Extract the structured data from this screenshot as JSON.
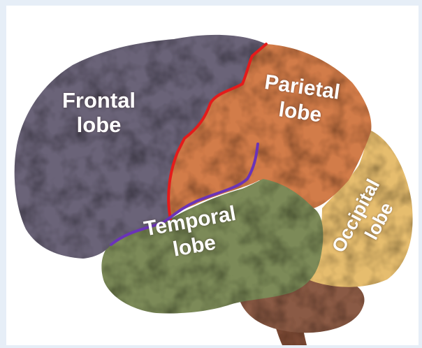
{
  "labels": {
    "frontal": [
      "Frontal",
      "lobe"
    ],
    "parietal": [
      "Parietal",
      "lobe"
    ],
    "temporal": [
      "Temporal",
      "lobe"
    ],
    "occipital": [
      "Occipital",
      "lobe"
    ]
  },
  "colors": {
    "frontal": "#6b6478",
    "parietal": "#d27c48",
    "temporal": "#7b8a58",
    "occipital": "#e6bd6e",
    "cerebellum": "#8a5a45",
    "brainstem": "#7a4a36",
    "central_sulcus_line": "#e41b1b",
    "lateral_sulcus_line": "#6a33b8",
    "label_text": "#ffffff"
  }
}
